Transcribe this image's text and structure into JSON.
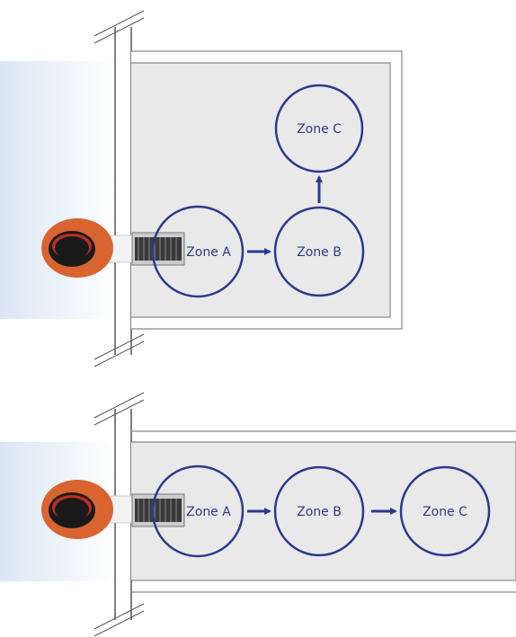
{
  "colors": {
    "zone_stroke": "#2b3a8f",
    "arrow": "#2b3a8f",
    "room_fill": "#e9e9e9",
    "room_stroke": "#8a8a8a",
    "wall_stroke": "#555555",
    "outside_gradient_start": "#dbe6f5",
    "outside_gradient_end": "#ffffff",
    "pipe_orange": "#d9642f",
    "conveyor_dark": "#3a3a3a"
  },
  "diagrams": [
    {
      "zones": [
        {
          "label": "Zone A"
        },
        {
          "label": "Zone B"
        },
        {
          "label": "Zone C"
        }
      ]
    },
    {
      "zones": [
        {
          "label": "Zone A"
        },
        {
          "label": "Zone B"
        },
        {
          "label": "Zone C"
        }
      ]
    }
  ]
}
